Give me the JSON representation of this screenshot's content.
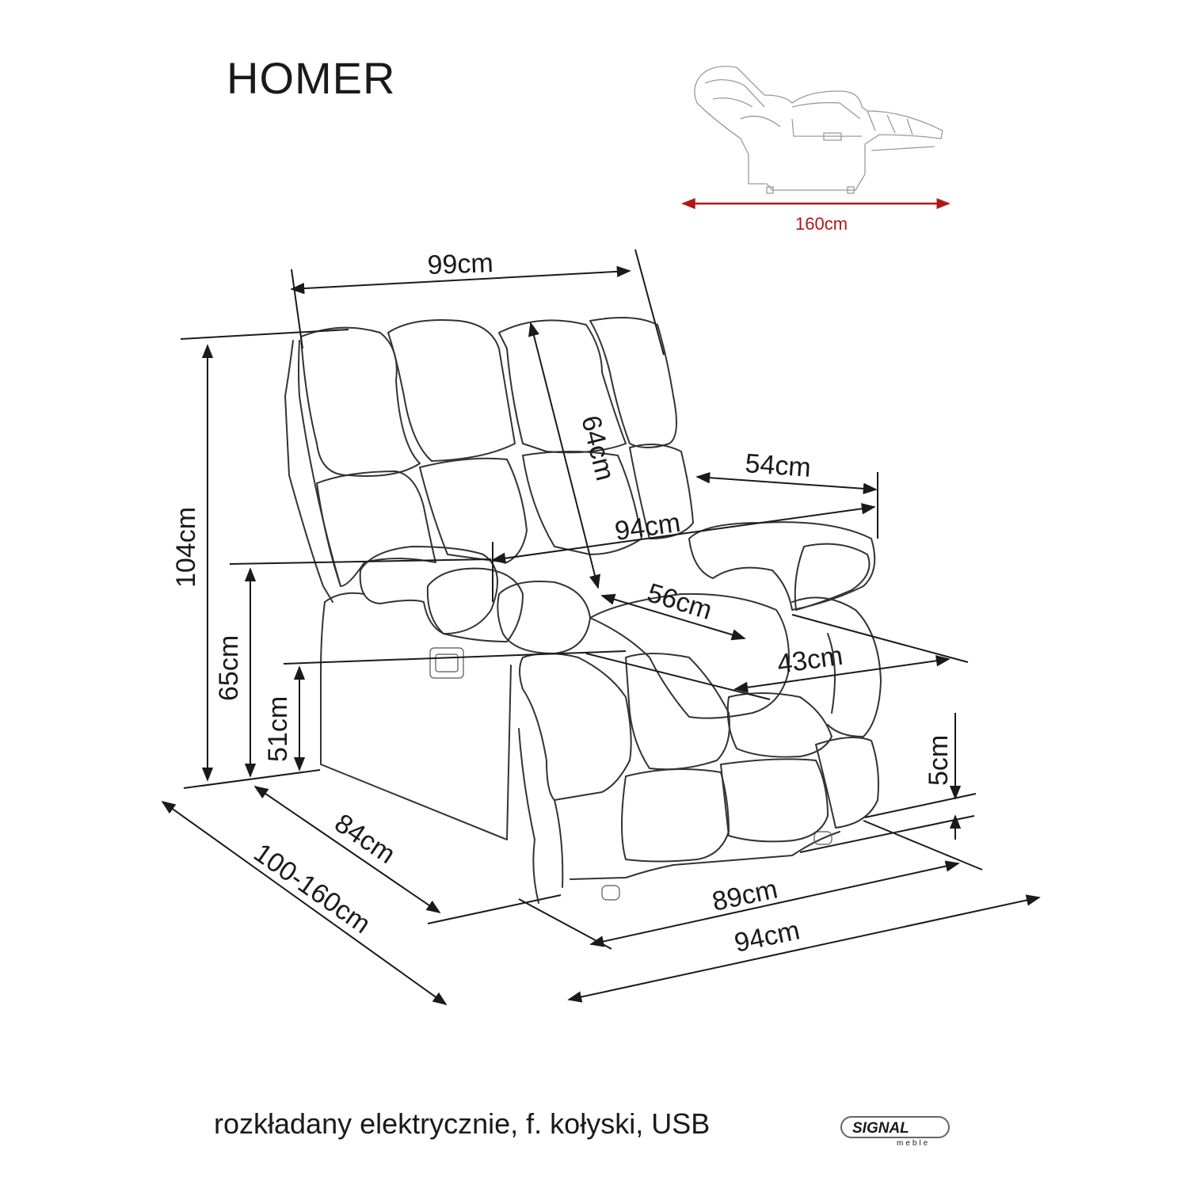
{
  "title": "HOMER",
  "caption": "rozkładany elektrycznie, f. kołyski, USB",
  "logo": {
    "text": "SIGNAL",
    "subtext": "meble"
  },
  "recline_length": "160cm",
  "dimensions": {
    "top_width": "99cm",
    "total_height": "104cm",
    "armrest_height": "65cm",
    "seat_height": "51cm",
    "backrest_height": "64cm",
    "armrest_depth": "54cm",
    "inner_width": "94cm",
    "seat_depth": "56cm",
    "seat_width": "43cm",
    "leg_height": "5cm",
    "depth": "84cm",
    "reclined_depth": "100-160cm",
    "base_width": "89cm",
    "total_width": "94cm"
  },
  "colors": {
    "line": "#1a1a1a",
    "accent": "#b01818"
  }
}
